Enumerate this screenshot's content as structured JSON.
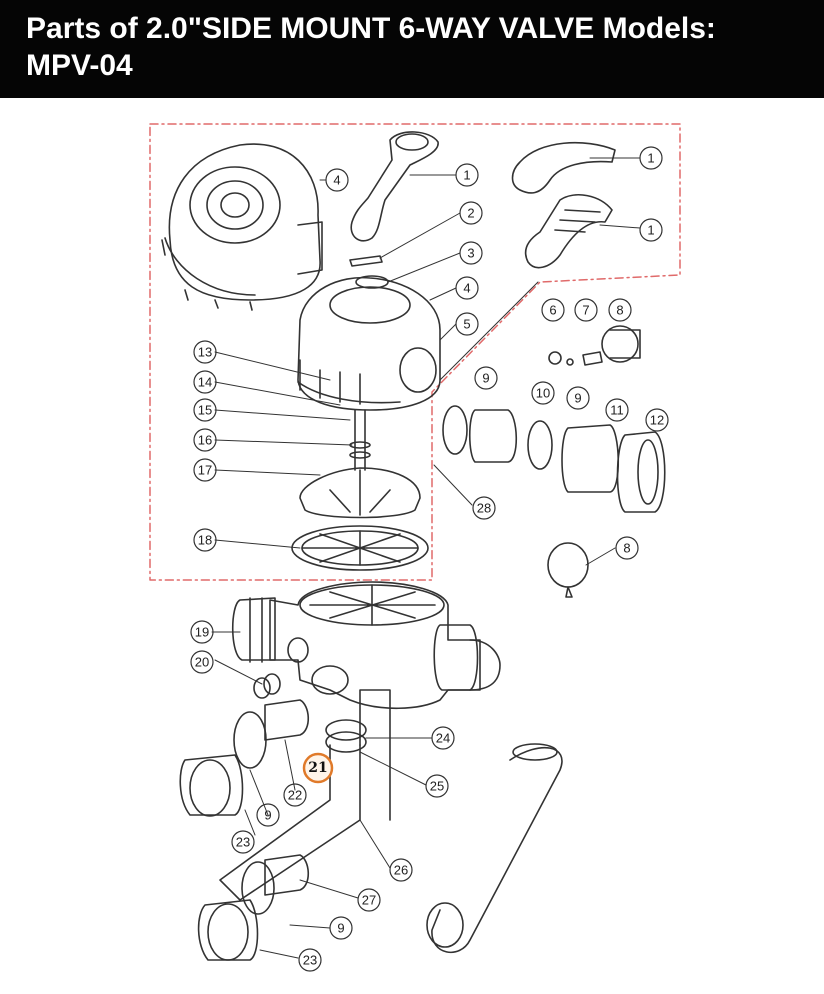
{
  "header": {
    "title_line1": "Parts of 2.0\"SIDE MOUNT 6-WAY VALVE Models:",
    "title_line2": "MPV-04"
  },
  "callouts": {
    "c1a": "1",
    "c1b": "1",
    "c1c": "1",
    "c2": "2",
    "c3": "3",
    "c4a": "4",
    "c4b": "4",
    "c5": "5",
    "c6": "6",
    "c7": "7",
    "c8a": "8",
    "c8b": "8",
    "c9a": "9",
    "c9b": "9",
    "c9c": "9",
    "c9d": "9",
    "c10": "10",
    "c11": "11",
    "c12": "12",
    "c13": "13",
    "c14": "14",
    "c15": "15",
    "c16": "16",
    "c17": "17",
    "c18": "18",
    "c19": "19",
    "c20": "20",
    "c21": "21",
    "c22": "22",
    "c23a": "23",
    "c23b": "23",
    "c24": "24",
    "c25": "25",
    "c26": "26",
    "c27": "27",
    "c28": "28"
  },
  "colors": {
    "header_bg": "#050505",
    "header_text": "#ffffff",
    "dash_border": "#e06a6a",
    "highlight_ring": "#e07a2a"
  }
}
